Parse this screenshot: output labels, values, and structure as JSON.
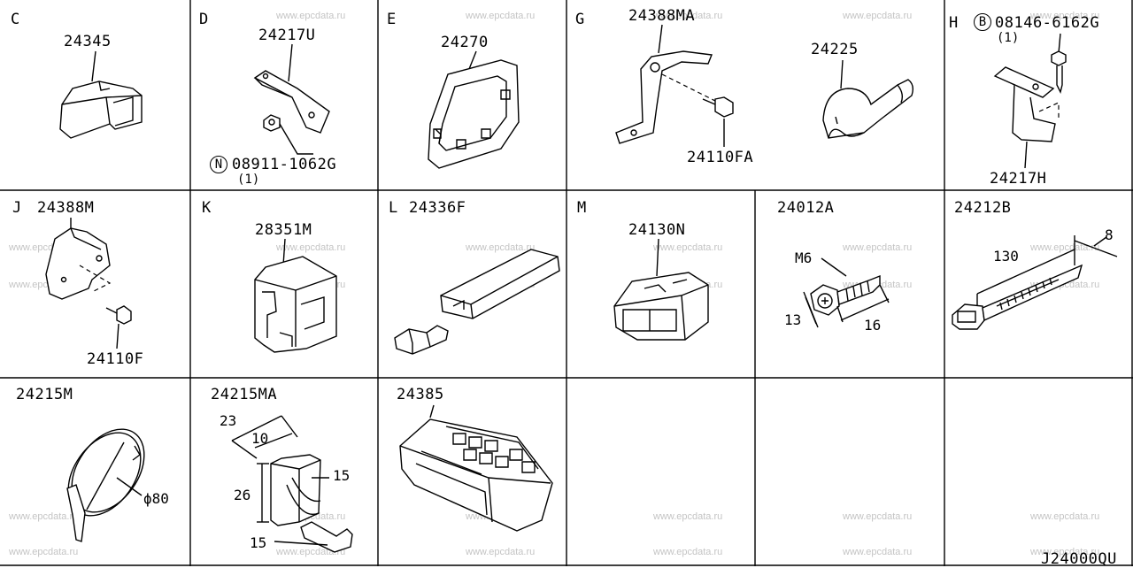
{
  "watermark": "www.epcdata.ru",
  "diagram_code": "J24000QU",
  "cells": {
    "c": {
      "letter": "C",
      "part": "24345"
    },
    "d": {
      "letter": "D",
      "part": "24217U",
      "nut_symbol": "N",
      "nut_part": "08911-1062G",
      "nut_qty": "(1)"
    },
    "e": {
      "letter": "E",
      "part": "24270"
    },
    "g": {
      "letter": "G",
      "part": "24388MA",
      "bolt": "24110FA",
      "part2": "24225"
    },
    "h": {
      "letter": "H",
      "bolt_symbol": "B",
      "bolt_part": "08146-6162G",
      "bolt_qty": "(1)",
      "part": "24217H"
    },
    "j": {
      "letter": "J",
      "part": "24388M",
      "bolt": "24110F"
    },
    "k": {
      "letter": "K",
      "part": "28351M"
    },
    "l": {
      "letter": "L",
      "part": "24336F"
    },
    "m": {
      "letter": "M",
      "part": "24130N"
    },
    "n": {
      "part": "24012A",
      "thread": "M6",
      "dim_a": "13",
      "dim_b": "16"
    },
    "o": {
      "part": "24212B",
      "length": "130",
      "width": "8"
    },
    "p": {
      "part": "24215M",
      "diameter": "ϕ80"
    },
    "q": {
      "part": "24215MA",
      "dim_23": "23",
      "dim_10": "10",
      "dim_26": "26",
      "dim_15a": "15",
      "dim_15b": "15"
    },
    "r": {
      "part": "24385"
    }
  }
}
